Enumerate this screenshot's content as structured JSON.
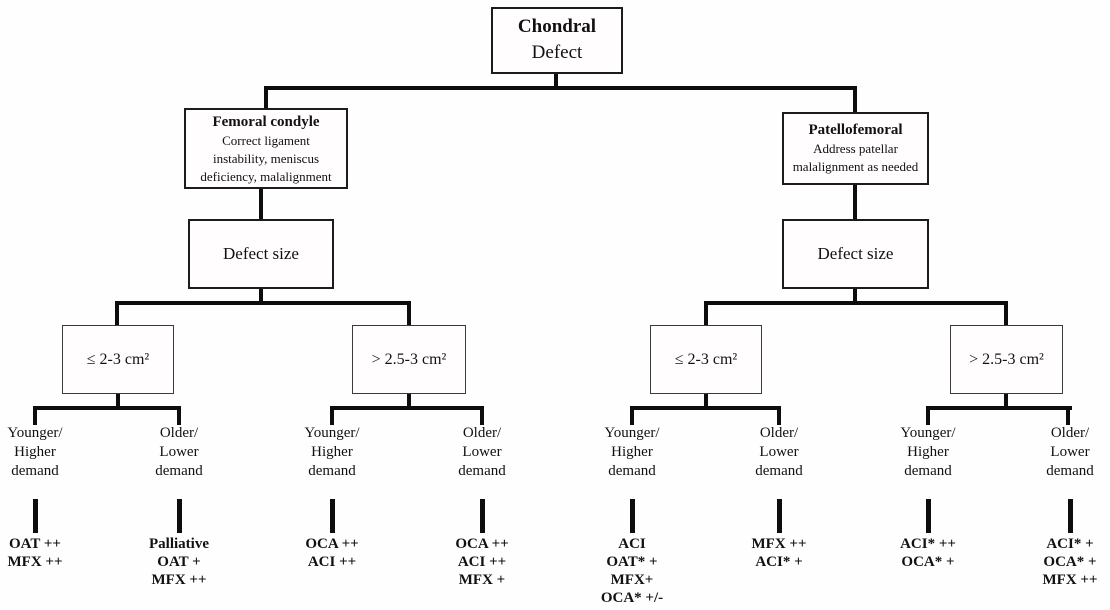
{
  "root": {
    "title": "Chondral",
    "subtitle": "Defect"
  },
  "femoral": {
    "title": "Femoral condyle",
    "note": "Correct ligament\ninstability, meniscus\ndeficiency, malalignment",
    "defect_size_label": "Defect size",
    "small_label": "≤ 2-3 cm²",
    "large_label": "> 2.5-3 cm²",
    "outcomes": {
      "small_younger": {
        "demand": "Younger/\nHigher\ndemand",
        "treatments": "OAT ++\nMFX ++"
      },
      "small_older": {
        "demand": "Older/\nLower\ndemand",
        "treatments": "Palliative\nOAT +\nMFX ++"
      },
      "large_younger": {
        "demand": "Younger/\nHigher\ndemand",
        "treatments": "OCA ++\nACI ++"
      },
      "large_older": {
        "demand": "Older/\nLower\ndemand",
        "treatments": "OCA ++\nACI ++\nMFX +"
      }
    }
  },
  "patellofemoral": {
    "title": "Patellofemoral",
    "note": "Address patellar\nmalalignment as needed",
    "defect_size_label": "Defect size",
    "small_label": "≤ 2-3 cm²",
    "large_label": "> 2.5-3 cm²",
    "outcomes": {
      "small_younger": {
        "demand": "Younger/\nHigher\ndemand",
        "treatments": "ACI\nOAT* +\nMFX+\nOCA* +/-"
      },
      "small_older": {
        "demand": "Older/\nLower\ndemand",
        "treatments": "MFX ++\nACI* +"
      },
      "large_younger": {
        "demand": "Younger/\nHigher\ndemand",
        "treatments": "ACI* ++\nOCA* +"
      },
      "large_older": {
        "demand": "Older/\nLower\ndemand",
        "treatments": "ACI* +\nOCA* +\nMFX ++"
      }
    }
  }
}
